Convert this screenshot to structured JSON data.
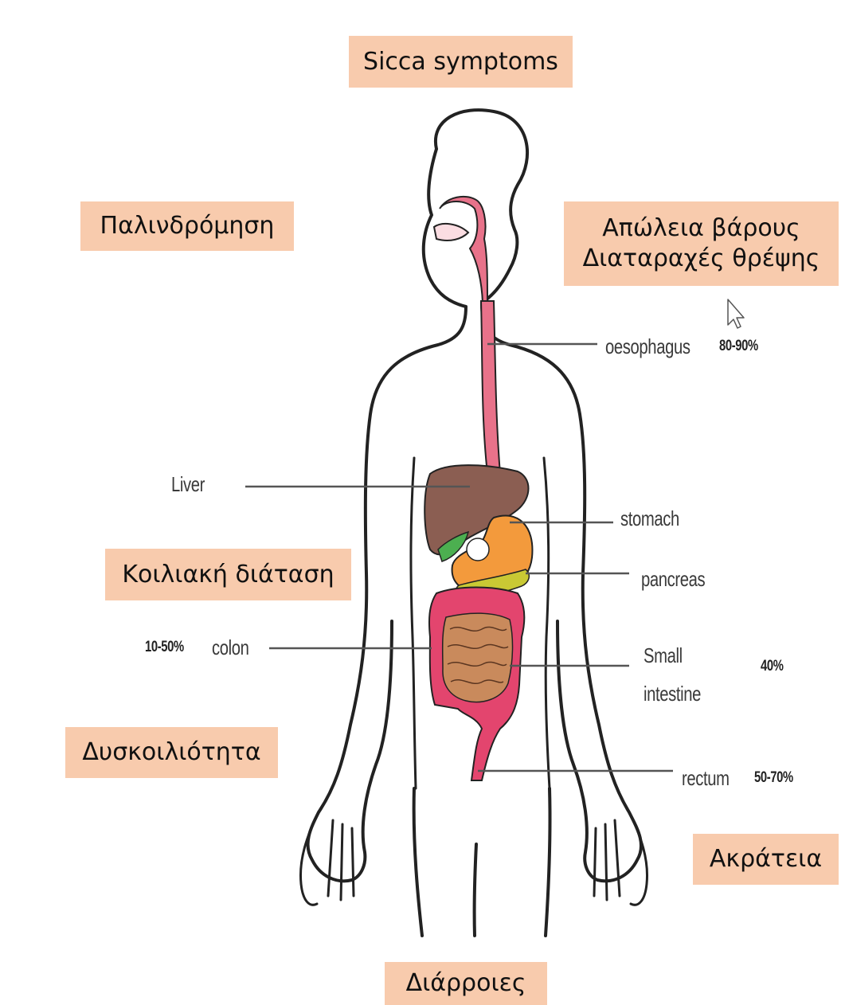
{
  "callouts": {
    "sicca": "Sicca symptoms",
    "reflux": "Παλινδρόμηση",
    "weight_loss_line1": "Απώλεια βάρους",
    "weight_loss_line2": "Διαταραχές θρέψης",
    "abdominal_distension": "Κοιλιακή διάταση",
    "constipation": "Δυσκοιλιότητα",
    "incontinence": "Ακράτεια",
    "diarrhoea": "Διάρροιες"
  },
  "organ_labels": {
    "oesophagus": "oesophagus",
    "liver": "Liver",
    "stomach": "stomach",
    "pancreas": "pancreas",
    "colon": "colon",
    "small_intestine_line1": "Small",
    "small_intestine_line2": "intestine",
    "rectum": "rectum"
  },
  "percentages": {
    "oesophagus": "80-90%",
    "colon": "10-50%",
    "small_intestine": "40%",
    "rectum": "50-70%"
  },
  "colors": {
    "callout_bg": "#f8cbad",
    "oesophagus": "#e8728a",
    "liver": "#8b5e52",
    "stomach": "#f39a3c",
    "pancreas": "#c9c934",
    "colon": "#e3456e",
    "small_intestine": "#c98a5c"
  }
}
